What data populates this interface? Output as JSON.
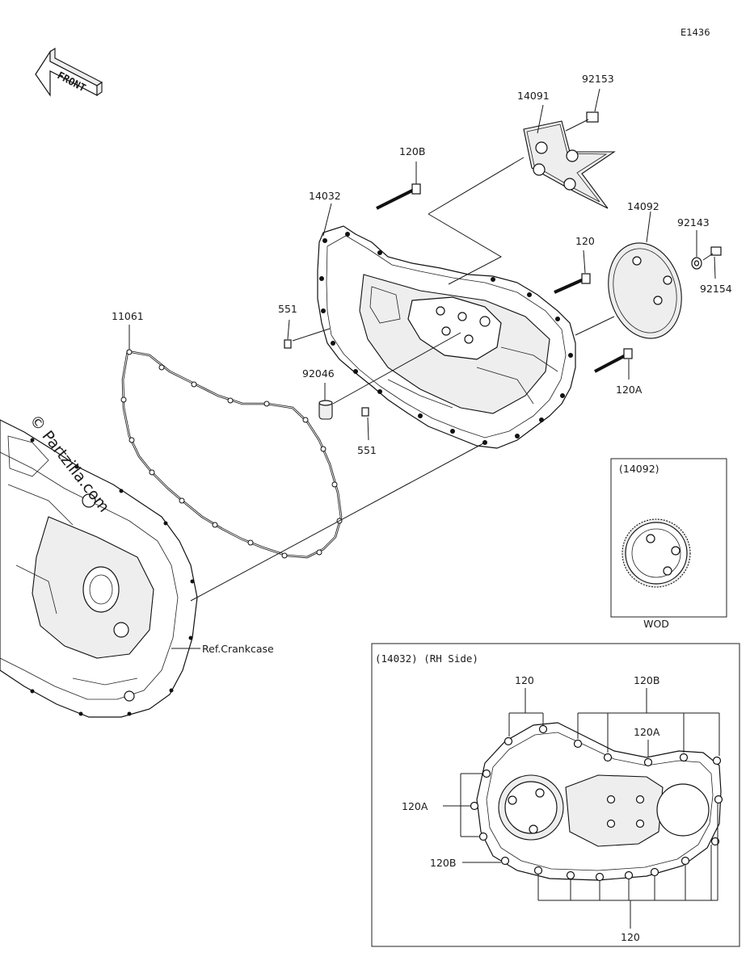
{
  "diagram_code": "E1436",
  "front_label": "FRONT",
  "watermark": "© Partzilla.com",
  "parts": {
    "p92153": "92153",
    "p14091": "14091",
    "p120B_top": "120B",
    "p14032": "14032",
    "p14092": "14092",
    "p92143": "92143",
    "p120_top": "120",
    "p92154": "92154",
    "p11061": "11061",
    "p551_a": "551",
    "p92046": "92046",
    "p120A_main": "120A",
    "p551_b": "551",
    "ref_crankcase": "Ref.Crankcase"
  },
  "inset_cover": {
    "title": "(14092)",
    "caption": "WOD"
  },
  "inset_rh": {
    "title": "(14032)  (RH Side)",
    "l120_top": "120",
    "l120B_top": "120B",
    "l120A_right": "120A",
    "l120A_left": "120A",
    "l120B_left": "120B",
    "l120_bottom": "120"
  }
}
